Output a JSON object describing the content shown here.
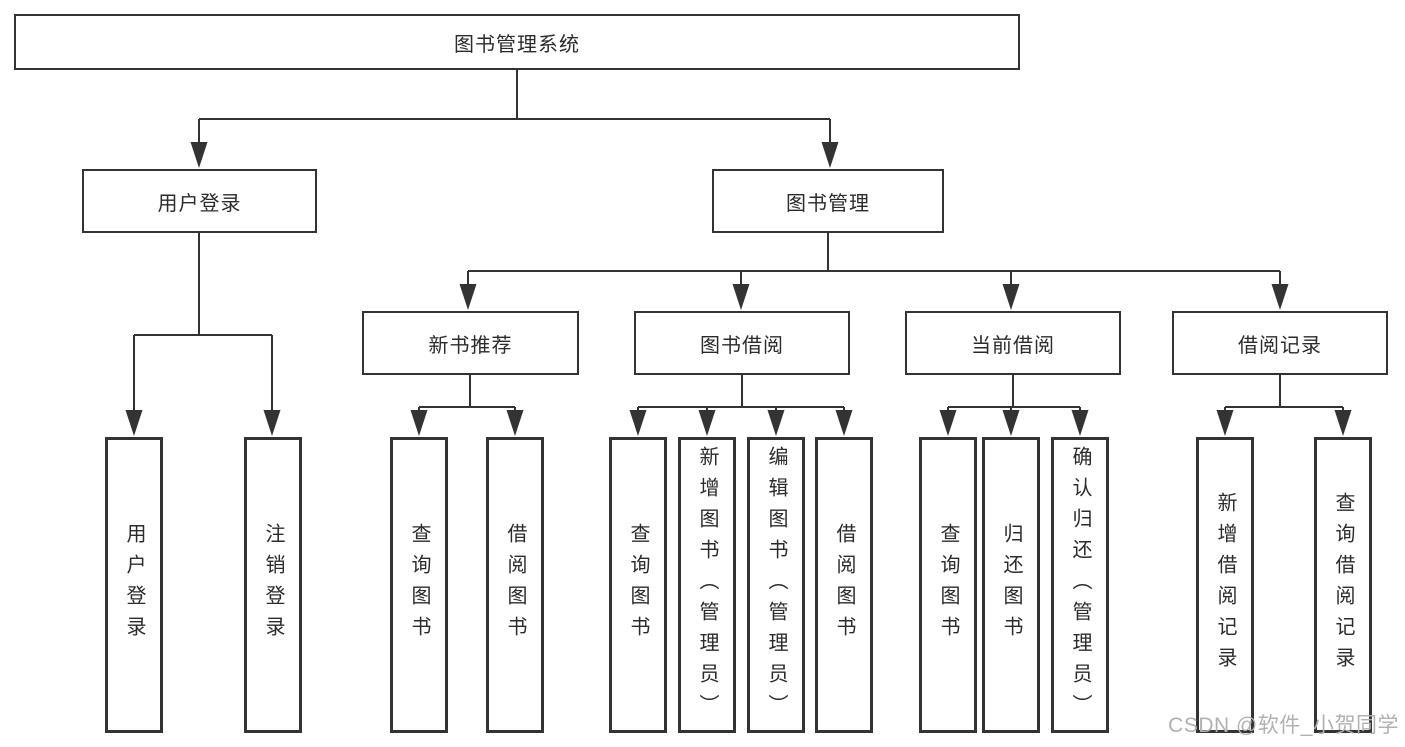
{
  "diagram": {
    "root": {
      "label": "图书管理系统"
    },
    "level2": [
      {
        "label": "用户登录"
      },
      {
        "label": "图书管理"
      }
    ],
    "level3": [
      {
        "label": "新书推荐"
      },
      {
        "label": "图书借阅"
      },
      {
        "label": "当前借阅"
      },
      {
        "label": "借阅记录"
      }
    ],
    "level4": {
      "user_login": [
        {
          "label": "用户登录"
        },
        {
          "label": "注销登录"
        }
      ],
      "new_book_recommend": [
        {
          "label": "查询图书"
        },
        {
          "label": "借阅图书"
        }
      ],
      "book_borrow": [
        {
          "label": "查询图书"
        },
        {
          "label": "新增图书（管理员）"
        },
        {
          "label": "编辑图书（管理员）"
        },
        {
          "label": "借阅图书"
        }
      ],
      "current_borrow": [
        {
          "label": "查询图书"
        },
        {
          "label": "归还图书"
        },
        {
          "label": "确认归还（管理员）"
        }
      ],
      "borrow_record": [
        {
          "label": "新增借阅记录"
        },
        {
          "label": "查询借阅记录"
        }
      ]
    },
    "watermark": "CSDN @软件_小贺同学",
    "colors": {
      "line": "#333333",
      "text": "#2b2b2b",
      "watermark": "#b1b1b1",
      "background": "#ffffff"
    }
  }
}
